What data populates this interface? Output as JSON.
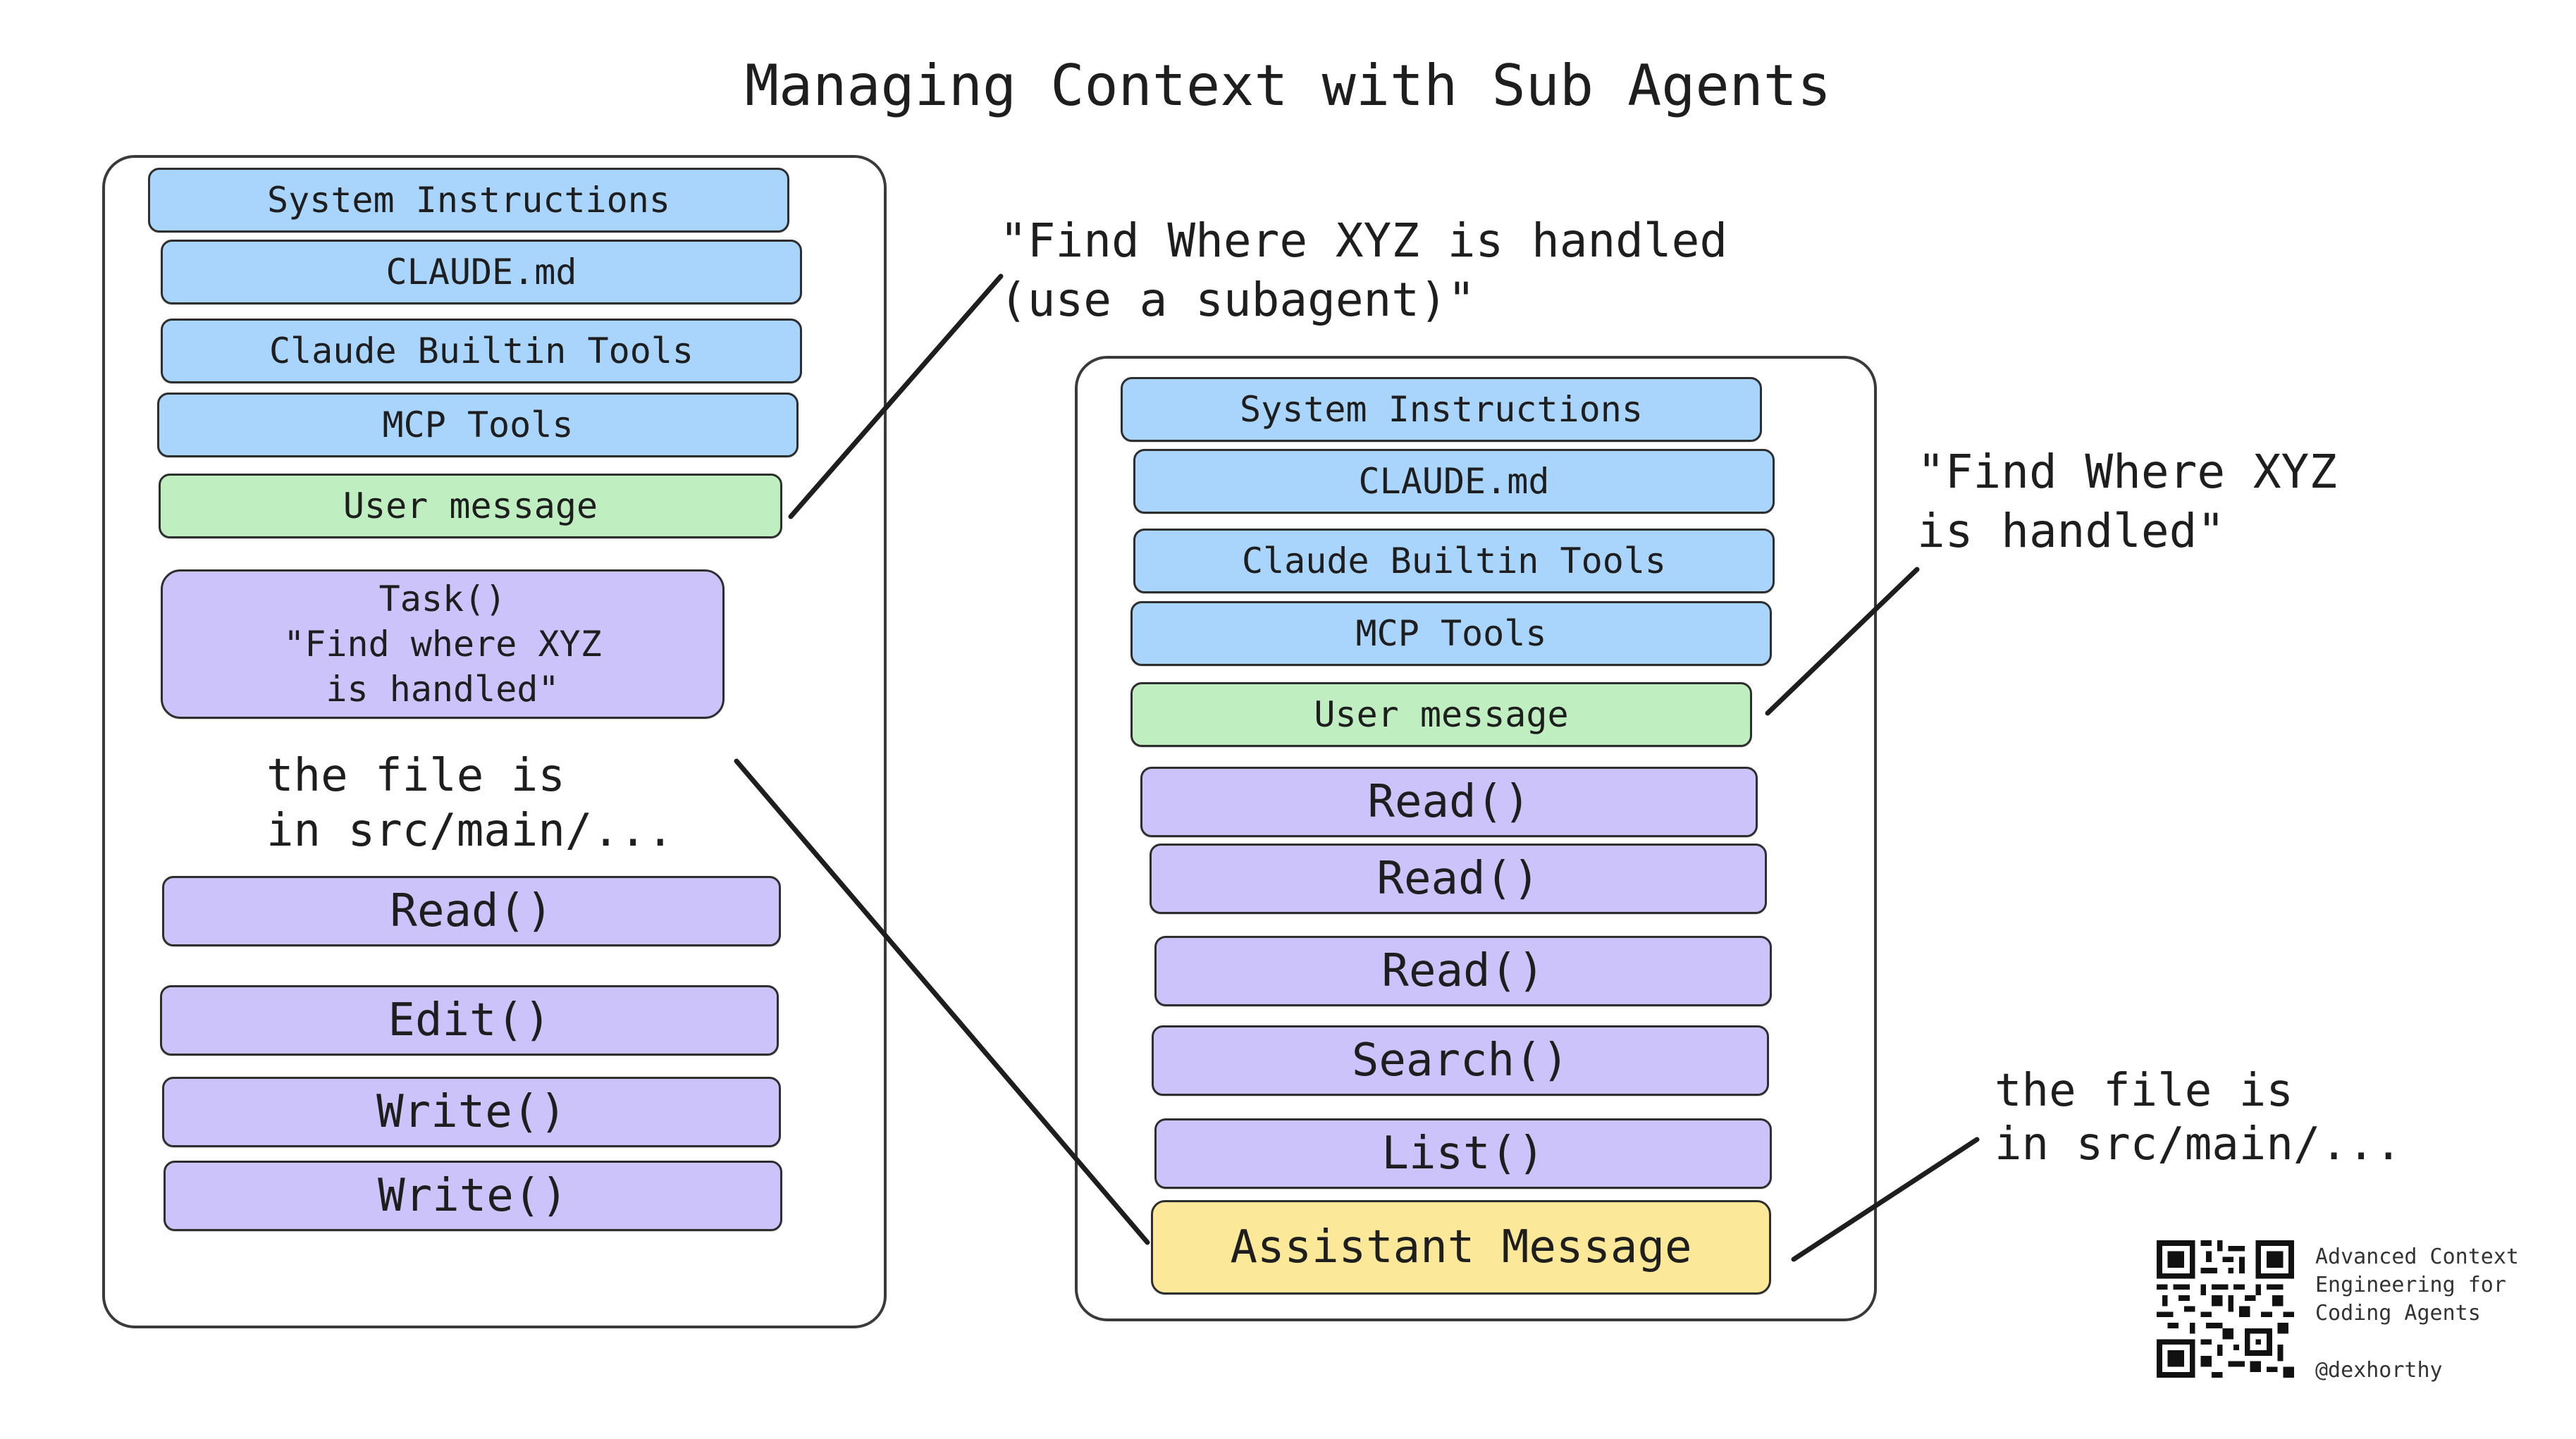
{
  "title": "Managing Context with Sub Agents",
  "colors": {
    "system": "#a9d4fb",
    "user": "#bfefc0",
    "tool": "#cbc3fa",
    "assistant": "#fbe899"
  },
  "left_panel": {
    "system_instructions": "System Instructions",
    "claude_md": "CLAUDE.md",
    "builtin_tools": "Claude Builtin Tools",
    "mcp_tools": "MCP Tools",
    "user_message": "User message",
    "task": "Task()\n\"Find where XYZ\nis handled\"",
    "result_note": "the file is\nin src/main/...",
    "read": "Read()",
    "edit": "Edit()",
    "write_1": "Write()",
    "write_2": "Write()"
  },
  "right_panel": {
    "system_instructions": "System Instructions",
    "claude_md": "CLAUDE.md",
    "builtin_tools": "Claude Builtin Tools",
    "mcp_tools": "MCP Tools",
    "user_message": "User message",
    "read_1": "Read()",
    "read_2": "Read()",
    "read_3": "Read()",
    "search": "Search()",
    "list": "List()",
    "assistant_message": "Assistant Message"
  },
  "callouts": {
    "top": "\"Find Where XYZ is handled\n (use a subagent)\"",
    "right": "\"Find Where XYZ\nis handled\"",
    "bottom": "the file is\nin src/main/..."
  },
  "qr_icon": "qr-code-icon",
  "credit": {
    "text": "Advanced Context\nEngineering for\nCoding Agents",
    "handle": "@dexhorthy"
  }
}
